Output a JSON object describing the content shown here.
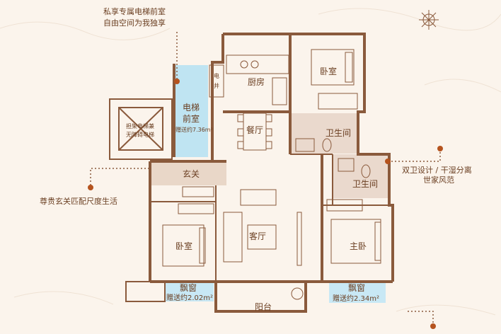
{
  "callouts": {
    "top_left_line1": "私享专属电梯前室",
    "top_left_line2": "自由空间为我独享",
    "left_mid": "尊贵玄关匹配尺度生活",
    "right_line1": "双卫设计 / 干湿分离",
    "right_line2": "世家风范"
  },
  "rooms": {
    "elevator_lobby_line1": "电梯",
    "elevator_lobby_line2": "前室",
    "elevator_lobby_gift": "赠送约7.36m²",
    "elevator_shaft_line1": "担架电梯兼",
    "elevator_shaft_line2": "无障碍电梯",
    "electric_well_1": "电",
    "electric_well_2": "井",
    "kitchen": "厨房",
    "dining": "餐厅",
    "bedroom_top": "卧室",
    "bathroom_1": "卫生间",
    "bathroom_2": "卫生间",
    "entrance": "玄关",
    "living": "客厅",
    "bedroom_left": "卧室",
    "master_bedroom": "主卧",
    "bay_window_left": "飘窗",
    "bay_window_left_gift": "赠送约2.02m²",
    "bay_window_right": "飘窗",
    "bay_window_right_gift": "赠送约2.34m²",
    "balcony": "阳台"
  },
  "colors": {
    "wall": "#8a5a3c",
    "callout_line": "#8a5a3c",
    "dot": "#b5531e",
    "elevator_lobby": "#bfe4f2",
    "bay_window": "#c8e8f5",
    "wet_area": "#e8d8cc",
    "background": "#fbf4ec"
  },
  "icons": {
    "compass": "compass-icon"
  }
}
